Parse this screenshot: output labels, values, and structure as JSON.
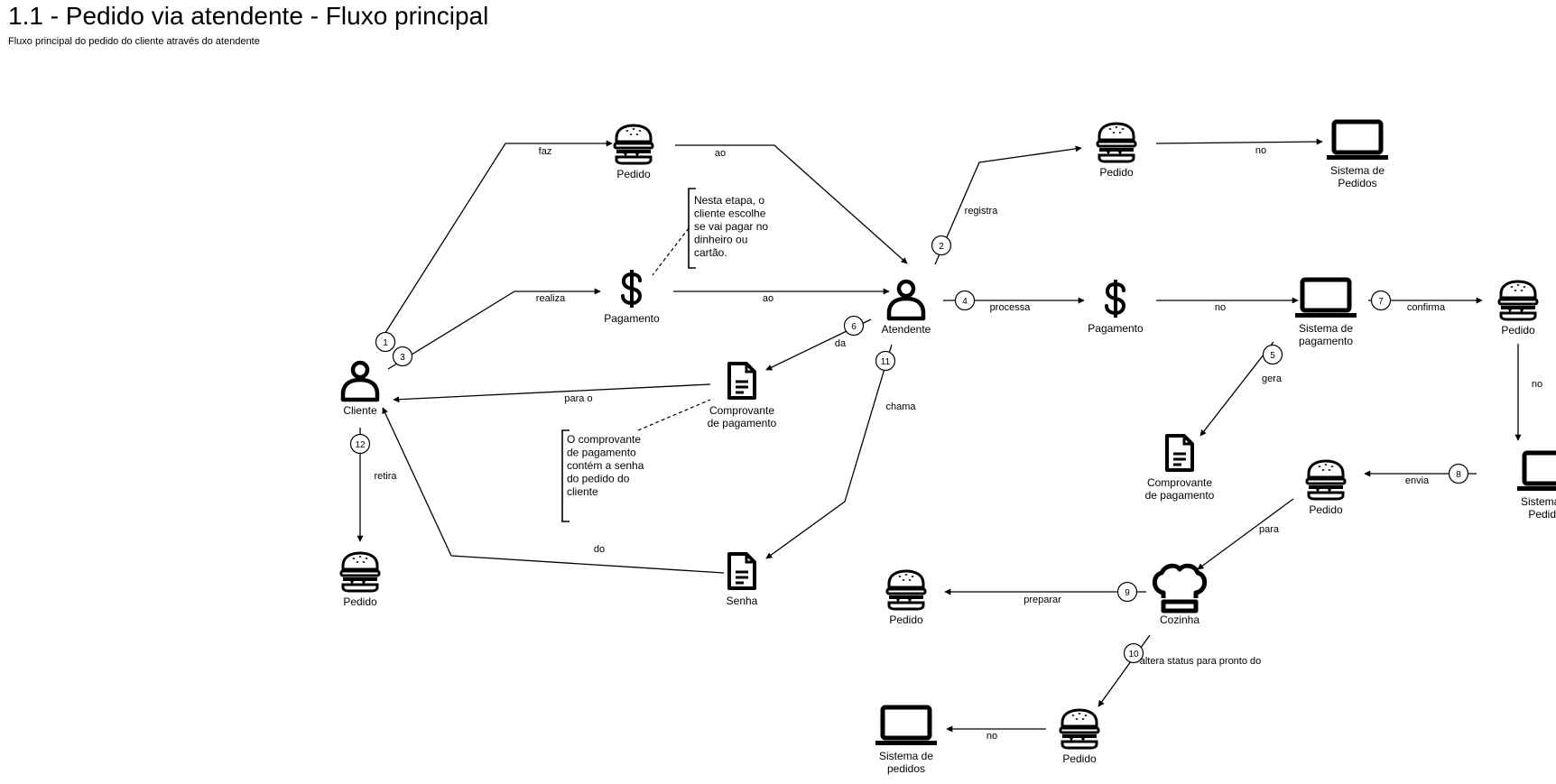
{
  "header": {
    "title": "1.1 - Pedido via atendente - Fluxo principal",
    "subtitle": "Fluxo principal do pedido do cliente através do atendente"
  },
  "nodes": [
    {
      "id": "cliente",
      "icon": "person-icon",
      "label": [
        "Cliente"
      ]
    },
    {
      "id": "pedido-top",
      "icon": "burger-icon",
      "label": [
        "Pedido"
      ]
    },
    {
      "id": "pagamento-left",
      "icon": "dollar-icon",
      "label": [
        "Pagamento"
      ]
    },
    {
      "id": "atendente",
      "icon": "person-icon",
      "label": [
        "Atendente"
      ]
    },
    {
      "id": "comprovante-left",
      "icon": "document-icon",
      "label": [
        "Comprovante",
        "de pagamento"
      ]
    },
    {
      "id": "senha",
      "icon": "document-icon",
      "label": [
        "Senha"
      ]
    },
    {
      "id": "pedido-cliente",
      "icon": "burger-icon",
      "label": [
        "Pedido"
      ]
    },
    {
      "id": "pedido-registra",
      "icon": "burger-icon",
      "label": [
        "Pedido"
      ]
    },
    {
      "id": "sistema-pedidos-top",
      "icon": "laptop-icon",
      "label": [
        "Sistema de",
        "Pedidos"
      ]
    },
    {
      "id": "pagamento-right",
      "icon": "dollar-icon",
      "label": [
        "Pagamento"
      ]
    },
    {
      "id": "sistema-pagamento",
      "icon": "laptop-icon",
      "label": [
        "Sistema de",
        "pagamento"
      ]
    },
    {
      "id": "pedido-confirma",
      "icon": "burger-icon",
      "label": [
        "Pedido"
      ]
    },
    {
      "id": "comprovante-right",
      "icon": "document-icon",
      "label": [
        "Comprovante",
        "de pagamento"
      ]
    },
    {
      "id": "sistema-pedidos-right",
      "icon": "laptop-icon",
      "label": [
        "Sistema de",
        "Pedidos"
      ]
    },
    {
      "id": "pedido-envia",
      "icon": "burger-icon",
      "label": [
        "Pedido"
      ]
    },
    {
      "id": "cozinha",
      "icon": "chef-hat-icon",
      "label": [
        "Cozinha"
      ]
    },
    {
      "id": "pedido-preparar",
      "icon": "burger-icon",
      "label": [
        "Pedido"
      ]
    },
    {
      "id": "pedido-pronto",
      "icon": "burger-icon",
      "label": [
        "Pedido"
      ]
    },
    {
      "id": "sistema-pedidos-bottom",
      "icon": "laptop-icon",
      "label": [
        "Sistema de",
        "pedidos"
      ]
    }
  ],
  "edges": [
    {
      "label": "faz",
      "step": "1"
    },
    {
      "label": "ao",
      "step": ""
    },
    {
      "label": "realiza",
      "step": "3"
    },
    {
      "label": "ao",
      "step": ""
    },
    {
      "label": "registra",
      "step": "2"
    },
    {
      "label": "no",
      "step": ""
    },
    {
      "label": "processa",
      "step": "4"
    },
    {
      "label": "no",
      "step": ""
    },
    {
      "label": "confirma",
      "step": "7"
    },
    {
      "label": "no",
      "step": ""
    },
    {
      "label": "gera",
      "step": "5"
    },
    {
      "label": "envia",
      "step": "8"
    },
    {
      "label": "para",
      "step": ""
    },
    {
      "label": "preparar",
      "step": "9"
    },
    {
      "label": "altera status para pronto do",
      "step": "10"
    },
    {
      "label": "no",
      "step": ""
    },
    {
      "label": "da",
      "step": "6"
    },
    {
      "label": "chama",
      "step": "11"
    },
    {
      "label": "para o",
      "step": ""
    },
    {
      "label": "do",
      "step": ""
    },
    {
      "label": "retira",
      "step": "12"
    }
  ],
  "notes": [
    {
      "lines": [
        "Nesta etapa, o",
        "cliente escolhe",
        "se vai pagar no",
        "dinheiro ou",
        "cartão."
      ]
    },
    {
      "lines": [
        "O comprovante",
        "de pagamento",
        "contém a senha",
        "do pedido do",
        "cliente"
      ]
    }
  ]
}
